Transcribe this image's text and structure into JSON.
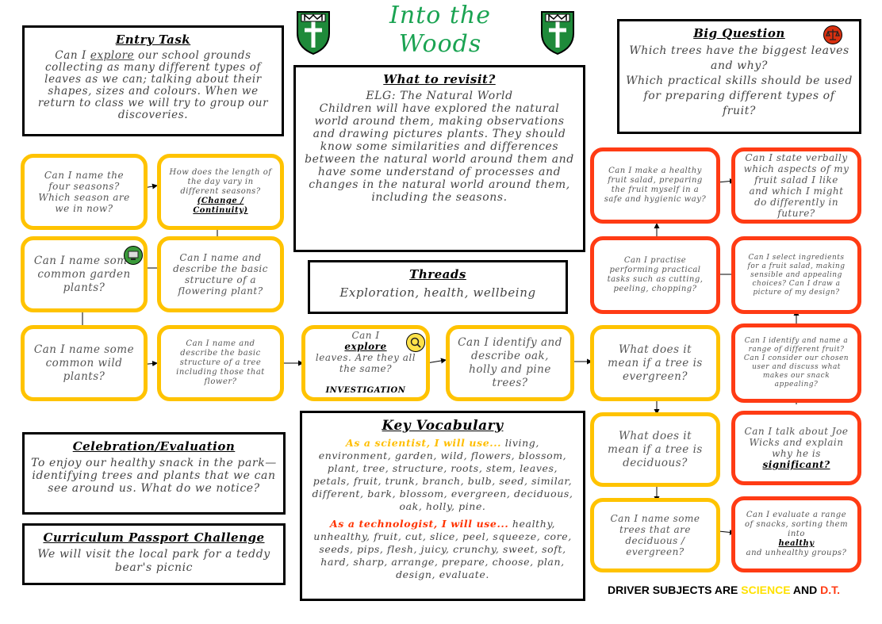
{
  "title": "Into the Woods",
  "entry": {
    "heading": "Entry Task",
    "pre": "Can I ",
    "em": "explore",
    "post": " our school grounds collecting as many different types of leaves as we can; talking about their shapes, sizes and colours. When we return to class we will try to group our discoveries."
  },
  "revisit": {
    "heading": "What to revisit?",
    "sub": "ELG: The Natural World",
    "body": "Children will have explored the natural world around them, making observations and drawing pictures plants. They should know some similarities and differences between the natural world around them and have some understand of processes and changes in the natural world around them, including the seasons."
  },
  "threads": {
    "heading": "Threads",
    "body": "Exploration, health, wellbeing"
  },
  "big_question": {
    "heading": "Big Question",
    "q1": "Which trees have the biggest leaves and why?",
    "q2": "Which practical skills should be used for preparing different types of fruit?"
  },
  "celebration": {
    "heading": "Celebration/Evaluation",
    "body": "To enjoy our healthy snack in the park—identifying trees and plants that we can see around us. What do we notice?"
  },
  "passport": {
    "heading": "Curriculum Passport Challenge",
    "body": "We will visit the local park for a teddy bear's picnic"
  },
  "vocab": {
    "heading": "Key Vocabulary",
    "sci_label": "As a scientist, I will use...",
    "sci_words": " living, environment, garden, wild, flowers, blossom, plant, tree, structure, roots, stem, leaves, petals, fruit, trunk, branch, bulb, seed, similar, different, bark, blossom, evergreen, deciduous, oak, holly, pine.",
    "tech_label": "As a technologist, I will use...",
    "tech_words": " healthy, unhealthy, fruit, cut, slice, peel, squeeze, core, seeds, pips, flesh, juicy, crunchy, sweet, soft, hard, sharp, arrange, prepare, choose, plan, design, evaluate."
  },
  "nodes": {
    "seasons": "Can I name the four seasons? Which season are we in now?",
    "daylength": "How does the length of the day vary in different seasons?",
    "daylength_bold": "(Change / Continuity)",
    "garden": "Can I name some common garden plants?",
    "flowering": "Can I name and describe the basic structure of a flowering plant?",
    "wild": "Can I name some common wild plants?",
    "tree_structure": "Can I name and describe the basic structure of a tree including those that flower?",
    "explore_pre": "Can I ",
    "explore_em": "explore",
    "explore_post": " leaves. Are they all the same?",
    "explore_tag": "INVESTIGATION",
    "identify": "Can I identify and describe oak, holly and pine trees?",
    "evergreen": "What does it mean if a tree is evergreen?",
    "deciduous": "What does it mean if a tree is deciduous?",
    "name_deciduous": "Can I name some trees that are deciduous / evergreen?",
    "evaluate_pre": "Can I evaluate a range of snacks, sorting them into ",
    "evaluate_em": "healthy",
    "evaluate_post": " and unhealthy groups?",
    "joe_pre": "Can I talk about Joe Wicks and explain why he is ",
    "joe_em": "significant?",
    "identify_range": "Can I identify and name a range of different fruit? Can I consider our chosen user and discuss what makes our snack appealing?",
    "select": "Can I select ingredients for a fruit salad, making sensible and appealing choices? Can I draw a picture of my design?",
    "practise": "Can I practise performing practical tasks such as cutting, peeling, chopping?",
    "make": "Can I make a healthy fruit salad, preparing the fruit myself in a safe and hygienic way?",
    "state": "Can I state verbally which aspects of my fruit salad I like and which I might do differently in future?"
  },
  "driver": {
    "pre": "DRIVER SUBJECTS ARE ",
    "sci": "SCIENCE",
    "and": " AND ",
    "dt": "D.T."
  },
  "colors": {
    "yellow": "#ffc300",
    "red": "#ff3b14",
    "green": "#1aa352"
  }
}
